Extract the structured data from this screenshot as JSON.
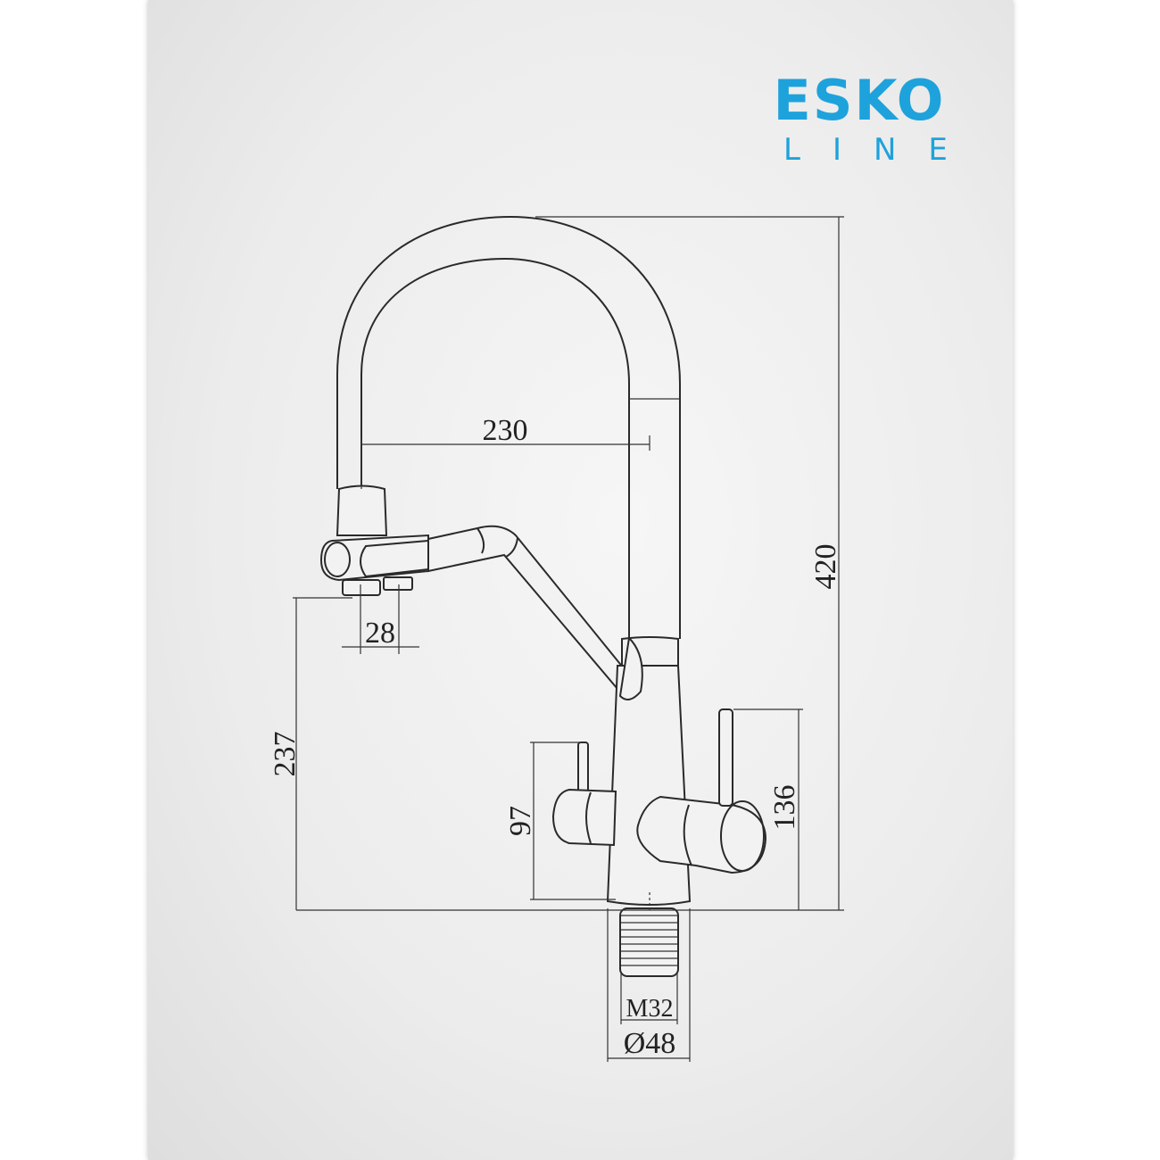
{
  "logo": {
    "line1": "ESKO",
    "line2": "LINE",
    "color": "#1ea2dc"
  },
  "dimensions": {
    "height_total": "420",
    "spout_reach": "230",
    "spout_height": "237",
    "outlet_spacing": "28",
    "left_lever_height": "97",
    "right_lever_height": "136",
    "thread": "M32",
    "base_diameter": "Ø48"
  }
}
